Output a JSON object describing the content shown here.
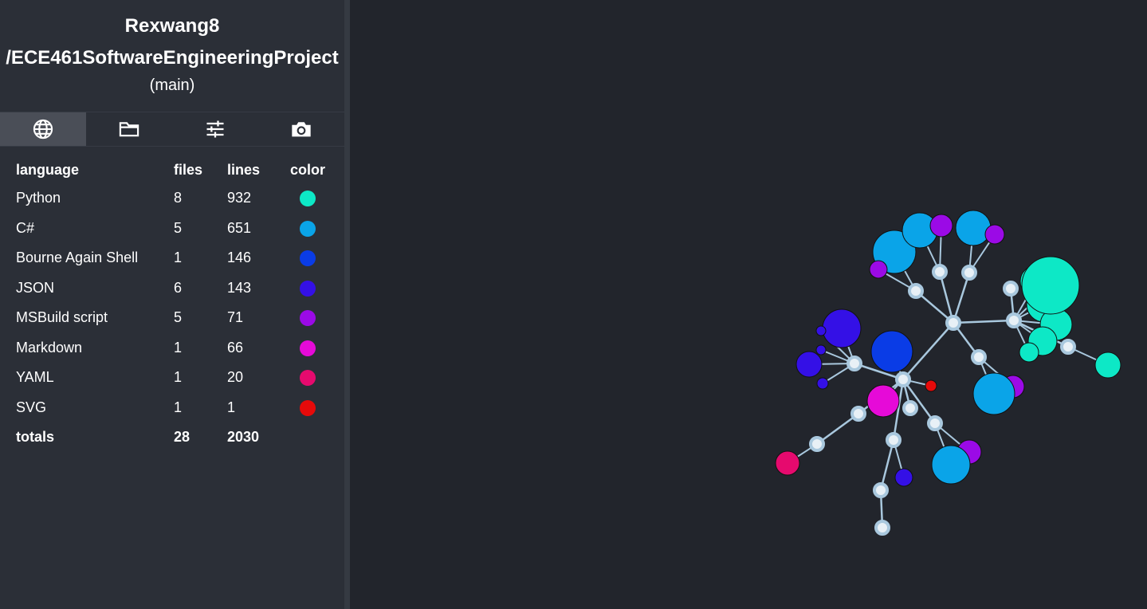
{
  "repo": {
    "owner": "Rexwang8",
    "name": "/ECE461SoftwareEngineeringProject",
    "branch": "(main)"
  },
  "tabs": [
    {
      "icon": "globe-icon",
      "active": true
    },
    {
      "icon": "folder-icon",
      "active": false
    },
    {
      "icon": "sliders-icon",
      "active": false
    },
    {
      "icon": "camera-icon",
      "active": false
    }
  ],
  "table": {
    "headers": {
      "language": "language",
      "files": "files",
      "lines": "lines",
      "color": "color"
    },
    "rows": [
      {
        "language": "Python",
        "files": "8",
        "lines": "932",
        "color": "#0de8c6"
      },
      {
        "language": "C#",
        "files": "5",
        "lines": "651",
        "color": "#0aa4e8"
      },
      {
        "language": "Bourne Again Shell",
        "files": "1",
        "lines": "146",
        "color": "#0a3ce6"
      },
      {
        "language": "JSON",
        "files": "6",
        "lines": "143",
        "color": "#3410e6"
      },
      {
        "language": "MSBuild script",
        "files": "5",
        "lines": "71",
        "color": "#9b0ae6"
      },
      {
        "language": "Markdown",
        "files": "1",
        "lines": "66",
        "color": "#e60ad8"
      },
      {
        "language": "YAML",
        "files": "1",
        "lines": "20",
        "color": "#e60a6e"
      },
      {
        "language": "SVG",
        "files": "1",
        "lines": "1",
        "color": "#e60a0a"
      }
    ],
    "totals": {
      "label": "totals",
      "files": "28",
      "lines": "2030"
    }
  },
  "colors": {
    "sidebar_bg": "#2b2f37",
    "canvas_bg": "#22252c",
    "tab_active_bg": "#4a4e57",
    "dir_node_fill": "#e8f0f6",
    "dir_node_stroke": "#a9c8de",
    "edge": "#a9c8de"
  }
}
